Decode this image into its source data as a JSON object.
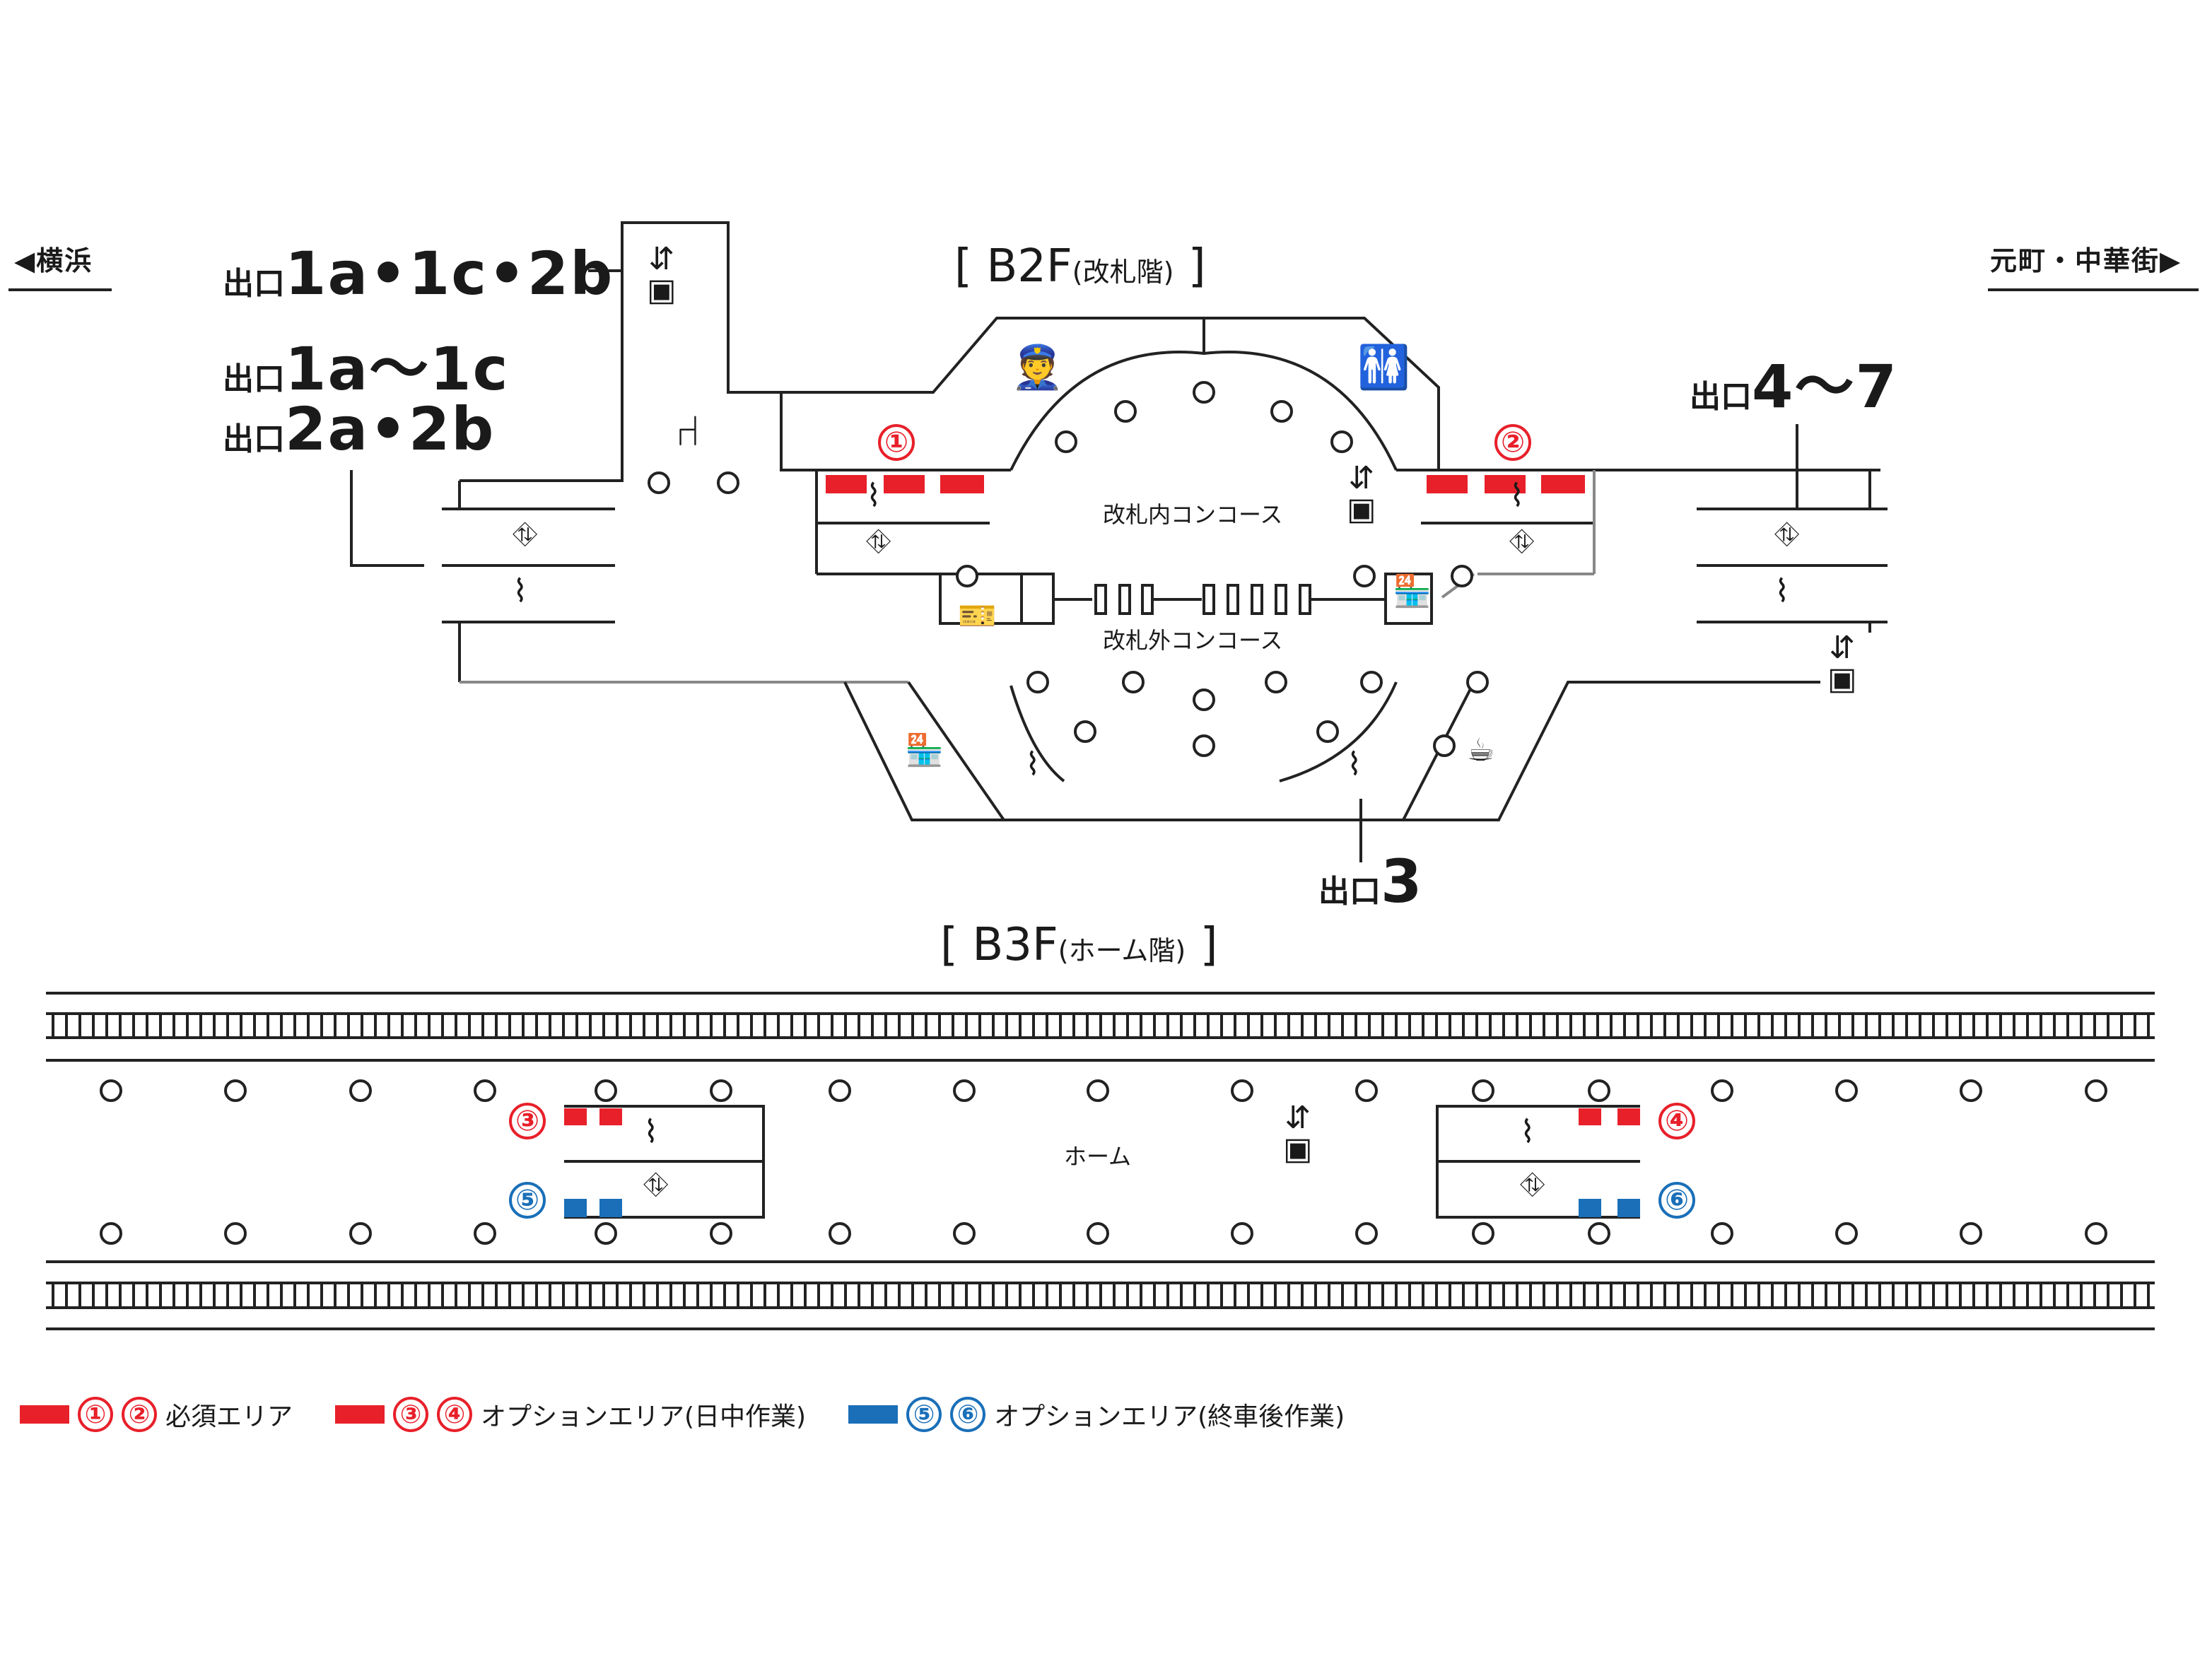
{
  "directions": {
    "left": {
      "label": "◀横浜"
    },
    "right": {
      "label": "元町・中華街▶"
    }
  },
  "floors": {
    "b2f": {
      "title_main": "[ B2F",
      "title_sub": "(改札階)",
      "title_end": " ]"
    },
    "b3f": {
      "title_main": "[ B3F",
      "title_sub": "(ホーム階)",
      "title_end": " ]"
    }
  },
  "exits": {
    "exit_1a_1c_2b": {
      "prefix": "出口",
      "number": "1a•1c•2b"
    },
    "exit_1a_1c": {
      "prefix": "出口",
      "number": "1a〜1c"
    },
    "exit_2a_2b": {
      "prefix": "出口",
      "number": "2a•2b"
    },
    "exit_4_7": {
      "prefix": "出口",
      "number": "4〜7"
    },
    "exit_3": {
      "prefix": "出口",
      "number": "3"
    }
  },
  "areas": {
    "inside_gate": "改札内コンコース",
    "outside_gate": "改札外コンコース",
    "platform": "ホーム"
  },
  "markers": {
    "m1": "①",
    "m2": "②",
    "m3": "③",
    "m4": "④",
    "m5": "⑤",
    "m6": "⑥"
  },
  "colors": {
    "required": "#e8202a",
    "daytime_option": "#e8202a",
    "after_hours_option": "#1a6fb8"
  },
  "icons": [
    "elevator-icon",
    "waiting-bench-icon",
    "station-staff-icon",
    "restroom-icon",
    "stairs-icon",
    "escalator-icon",
    "shop-icon",
    "cafe-icon",
    "ticket-machine-icon"
  ],
  "legend": [
    {
      "color": "#e8202a",
      "markers": [
        "①",
        "②"
      ],
      "label": "必須エリア"
    },
    {
      "color": "#e8202a",
      "markers": [
        "③",
        "④"
      ],
      "label": "オプションエリア(日中作業)"
    },
    {
      "color": "#1a6fb8",
      "markers": [
        "⑤",
        "⑥"
      ],
      "label": "オプションエリア(終車後作業)"
    }
  ]
}
